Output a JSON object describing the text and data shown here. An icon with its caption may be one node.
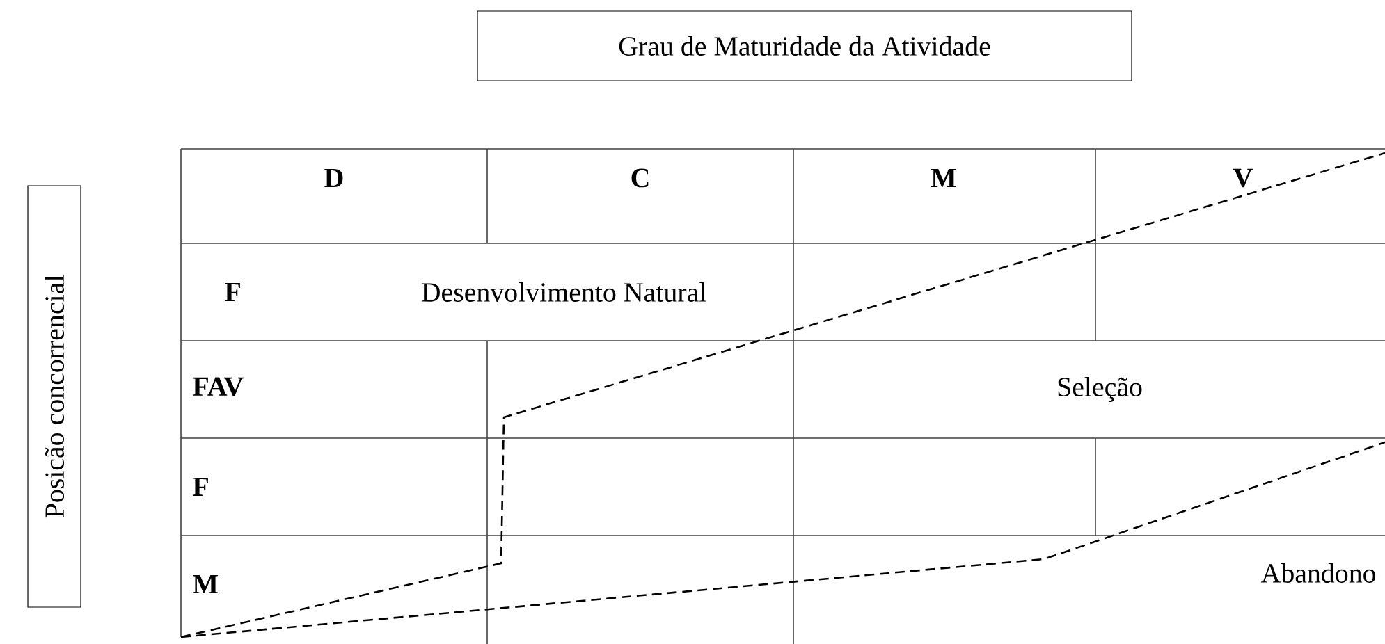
{
  "diagram": {
    "nodes": [
      {
        "text": [
          "Grau de Maturidade da Atividade"
        ]
      },
      {
        "text": [
          "Posicão concorrencial"
        ]
      }
    ],
    "labels": [
      "D",
      "C",
      "M",
      "V",
      "F",
      "Desenvolvimento Natural",
      "FAV",
      "Seleção",
      "F",
      "M",
      "Abandono"
    ]
  }
}
